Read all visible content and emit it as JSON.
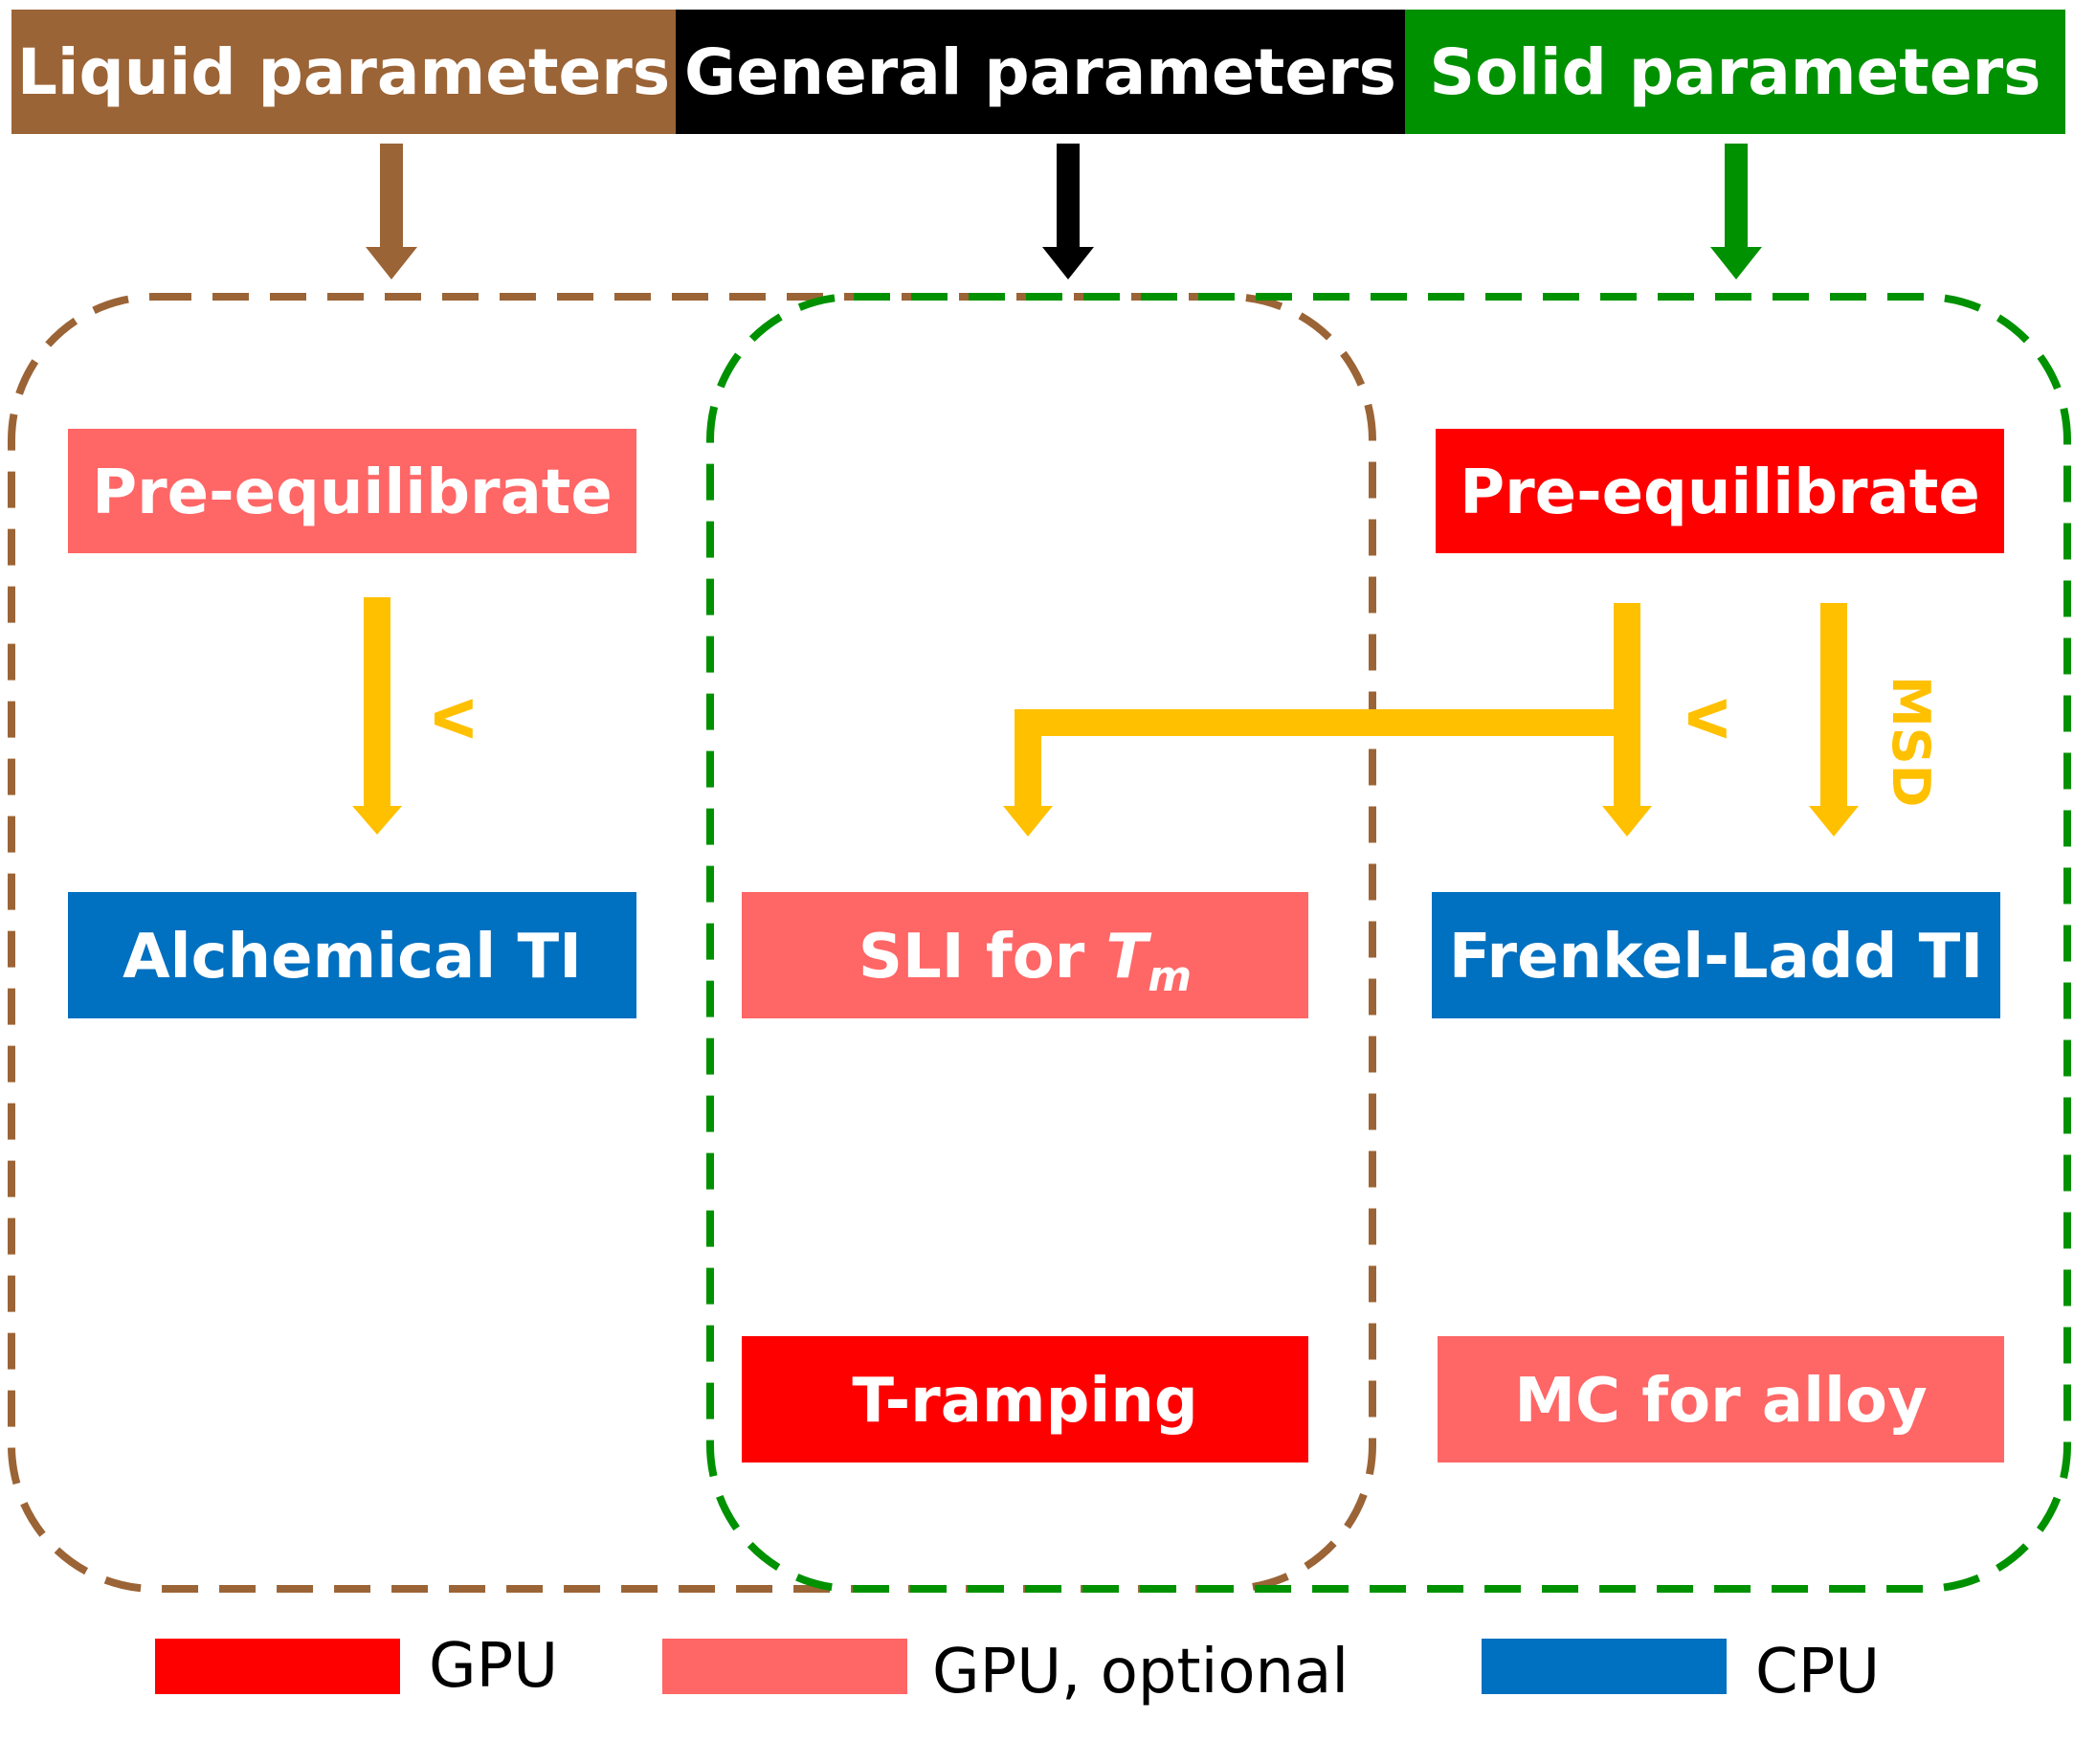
{
  "headers": {
    "liquid": "Liquid parameters",
    "general": "General parameters",
    "solid": "Solid parameters"
  },
  "boxes": {
    "pre_liquid": "Pre-equilibrate",
    "alchemical": "Alchemical TI",
    "sli_prefix": "SLI for ",
    "sli_T": "T",
    "sli_m": "m",
    "tramping": "T-ramping",
    "pre_solid": "Pre-equilibrate",
    "frenkel": "Frenkel-Ladd TI",
    "mc": "MC for alloy"
  },
  "arrow_labels": {
    "liquid_v": "V",
    "solid_v": "V",
    "msd": "MSD"
  },
  "legend": {
    "gpu": "GPU",
    "gpu_optional": "GPU, optional",
    "cpu": "CPU"
  },
  "colors": {
    "liquid": "#9b6436",
    "general": "#000000",
    "solid": "#009100",
    "gpu": "#ff0000",
    "gpu_optional": "#ff6666",
    "cpu": "#0070c0",
    "arrow": "#ffc000"
  }
}
